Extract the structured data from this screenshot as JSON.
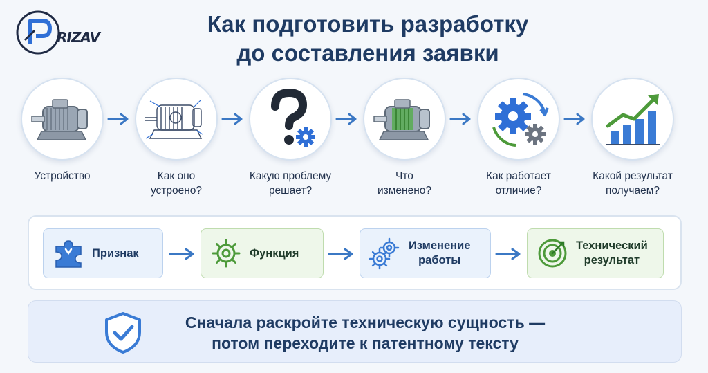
{
  "logo": {
    "text": "RIZAV"
  },
  "title": "Как подготовить разработку\nдо составления заявки",
  "steps": [
    {
      "label": "Устройство",
      "icon": "motor-icon"
    },
    {
      "label": "Как оно\nустроено?",
      "icon": "motor-drawing-icon"
    },
    {
      "label": "Какую проблему\nрешает?",
      "icon": "question-gear-icon"
    },
    {
      "label": "Что\nизменено?",
      "icon": "motor-highlight-icon"
    },
    {
      "label": "Как работает\nотличие?",
      "icon": "gears-cycle-icon"
    },
    {
      "label": "Какой результат\nполучаем?",
      "icon": "growth-chart-icon"
    }
  ],
  "chain": [
    {
      "label": "Признак",
      "icon": "puzzle-icon",
      "tone": "blue"
    },
    {
      "label": "Функция",
      "icon": "gear-icon",
      "tone": "green"
    },
    {
      "label": "Изменение\nработы",
      "icon": "gears-icon",
      "tone": "blue"
    },
    {
      "label": "Технический\nрезультат",
      "icon": "target-icon",
      "tone": "green"
    }
  ],
  "footer": {
    "text": "Сначала раскройте техническую сущность —\nпотом переходите к патентному тексту",
    "icon": "shield-check-icon"
  },
  "colors": {
    "primary": "#2f6fd6",
    "dark": "#1f3b63",
    "green": "#4d9a3a",
    "arrow": "#3b78c4"
  }
}
